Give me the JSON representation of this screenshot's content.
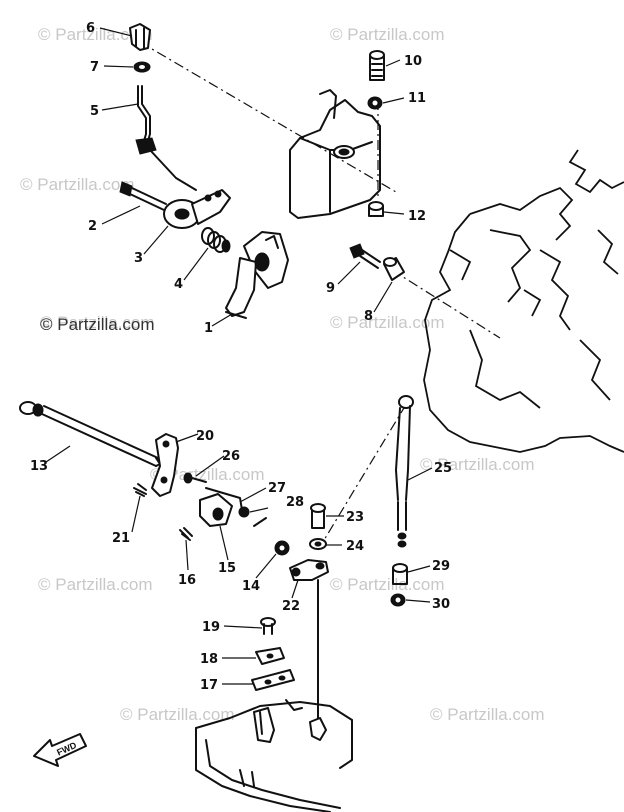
{
  "watermarks": [
    "© Partzilla.com",
    "© Partzilla.com",
    "© Partzilla.com",
    "© Partzilla.com",
    "© Partzilla.com",
    "© Partzilla.com",
    "© Partzilla.com",
    "© Partzilla.com",
    "© Partzilla.com",
    "© Partzilla.com",
    "© Partzilla.com"
  ],
  "fwd_label": "FWD",
  "callouts": {
    "c1": "1",
    "c2": "2",
    "c3": "3",
    "c4": "4",
    "c5": "5",
    "c6": "6",
    "c7": "7",
    "c8": "8",
    "c9": "9",
    "c10": "10",
    "c11": "11",
    "c12": "12",
    "c13": "13",
    "c14": "14",
    "c15": "15",
    "c16": "16",
    "c17": "17",
    "c18": "18",
    "c19": "19",
    "c20": "20",
    "c21": "21",
    "c22": "22",
    "c23": "23",
    "c24": "24",
    "c25": "25",
    "c26": "26",
    "c27": "27",
    "c28": "28",
    "c29": "29",
    "c30": "30"
  }
}
